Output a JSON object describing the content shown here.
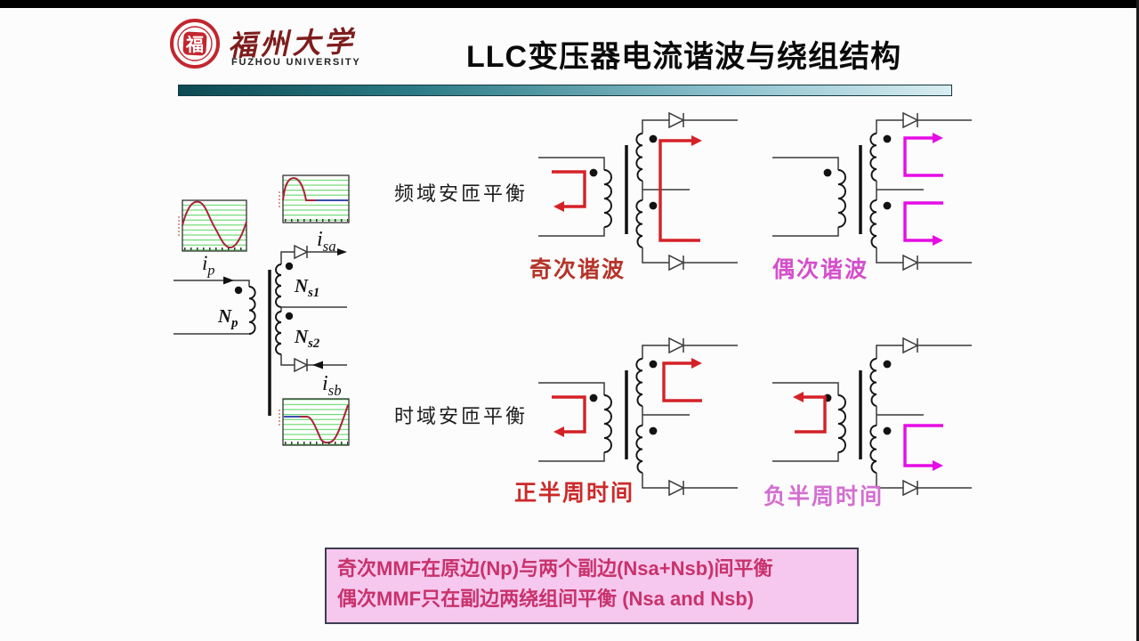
{
  "header": {
    "logo": {
      "seal_char": "福",
      "university_cn": "福州大学",
      "university_en": "FUZHOU UNIVERSITY"
    },
    "title": "LLC变压器电流谐波与绕组结构"
  },
  "row_labels": {
    "frequency_domain": "频域安匝平衡",
    "time_domain": "时域安匝平衡"
  },
  "left_circuit": {
    "labels": {
      "ip": {
        "main": "i",
        "sub": "p"
      },
      "np": {
        "main": "N",
        "sub": "p"
      },
      "ns1": {
        "main": "N",
        "sub": "s1"
      },
      "ns2": {
        "main": "N",
        "sub": "s2"
      },
      "isa": {
        "main": "i",
        "sub": "sa"
      },
      "isb": {
        "main": "i",
        "sub": "sb"
      }
    },
    "waveforms": {
      "ip": "full-sine-cycle",
      "isa": "positive-half-sine-then-zero",
      "isb": "zero-then-negative-half-sine"
    }
  },
  "diagrams": {
    "odd": {
      "caption": "奇次谐波",
      "arrow_color": "#d42127"
    },
    "even": {
      "caption": "偶次谐波",
      "arrow_color": "#e50ce5"
    },
    "pos": {
      "caption": "正半周时间",
      "arrow_color": "#d42127"
    },
    "neg": {
      "caption": "负半周时间",
      "arrow_color": "#e50ce5"
    }
  },
  "summary_box": {
    "line1": "奇次MMF在原边(Np)与两个副边(Nsa+Nsb)间平衡",
    "line2": "偶次MMF只在副边两绕组间平衡 (Nsa and Nsb)",
    "bg": "#f6c8ef",
    "text_color": "#c8326b",
    "border_color": "#3d3d52"
  },
  "colors": {
    "odd_red": "#d42127",
    "even_magenta": "#e50ce5",
    "rule_teal_dark": "#0d4a52",
    "rule_teal_light": "#d9edf1",
    "logo_red": "#c2262e",
    "letterbox": "#000000"
  }
}
